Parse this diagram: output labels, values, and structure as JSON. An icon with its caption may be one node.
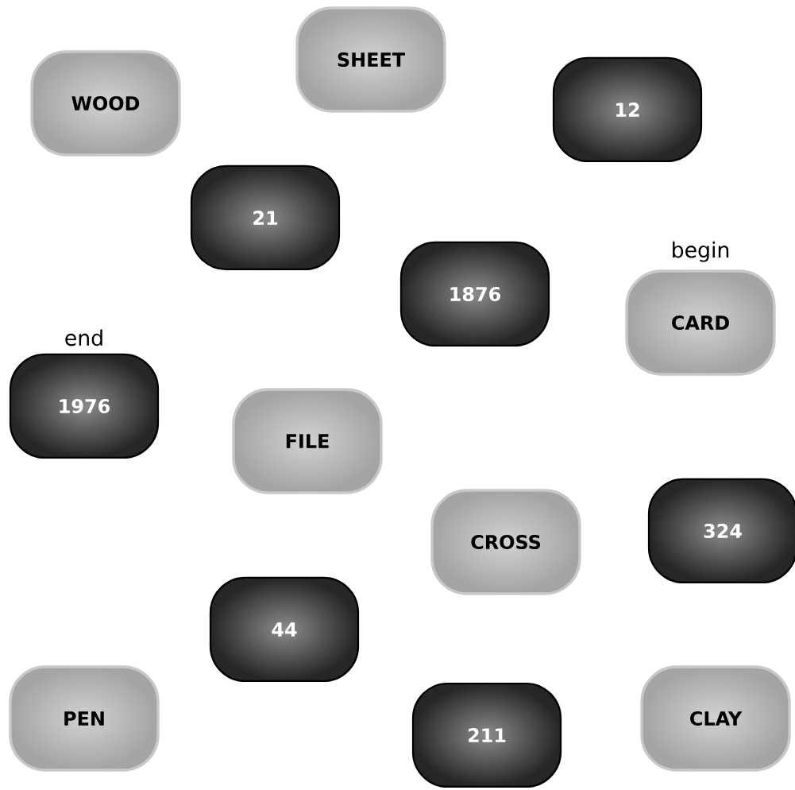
{
  "diagram": {
    "nodes": [
      {
        "text": [
          "WOOD"
        ]
      },
      {
        "text": [
          "SHEET"
        ]
      },
      {
        "text": [
          "12"
        ]
      },
      {
        "text": [
          "21"
        ]
      },
      {
        "text": [
          "1876"
        ]
      },
      {
        "text": [
          "CARD"
        ],
        "beside": [
          "begin"
        ]
      },
      {
        "text": [
          "1976"
        ],
        "beside": [
          "end"
        ]
      },
      {
        "text": [
          "FILE"
        ]
      },
      {
        "text": [
          "CROSS"
        ]
      },
      {
        "text": [
          "324"
        ]
      },
      {
        "text": [
          "44"
        ]
      },
      {
        "text": [
          "PEN"
        ]
      },
      {
        "text": [
          "211"
        ]
      },
      {
        "text": [
          "CLAY"
        ]
      }
    ]
  }
}
